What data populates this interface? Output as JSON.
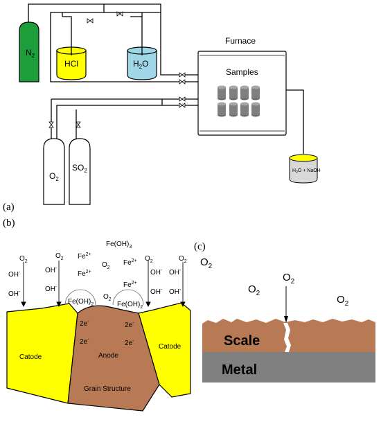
{
  "panel_a": {
    "panel_label": "(a)",
    "gas_n2": {
      "main": "N",
      "sub": "2"
    },
    "hcl_label": "HCl",
    "water": {
      "main": "H",
      "sub": "2",
      "tail": "O"
    },
    "furnace_label": "Furnace",
    "samples_label": "Samples",
    "gas_o2": {
      "main": "O",
      "sub": "2"
    },
    "gas_so2": {
      "main": "SO",
      "sub": "2"
    },
    "trap_label": {
      "a": "H",
      "sub": "2",
      "b": "O + NaOH"
    },
    "colors": {
      "n2_cylinder": "#1e9e3a",
      "hcl_liquid": "#ffff00",
      "water_liquid": "#9fd7e8",
      "sample": "#7f7f7f",
      "trap_liquid": "#ffff00"
    }
  },
  "panel_b": {
    "panel_label": "(b)",
    "fe_oh3": {
      "main": "Fe(OH)",
      "sub": "3"
    },
    "o2": {
      "main": "O",
      "sub": "2"
    },
    "oh": {
      "main": "OH",
      "sup": "-"
    },
    "fe2": {
      "main": "Fe",
      "sup": "2+"
    },
    "fe_oh2": {
      "main": "Fe(OH)",
      "sub": "2"
    },
    "electron": {
      "main": "2e",
      "sup": "-"
    },
    "catode_label": "Catode",
    "anode_label": "Anode",
    "grain_label": "Grain Structure",
    "colors": {
      "cathode": "#ffff00",
      "anode": "#b87a55"
    }
  },
  "panel_c": {
    "panel_label": "(c)",
    "o2": {
      "main": "O",
      "sub": "2"
    },
    "scale_label": "Scale",
    "metal_label": "Metal",
    "colors": {
      "scale": "#b87a55",
      "metal": "#808080"
    }
  }
}
